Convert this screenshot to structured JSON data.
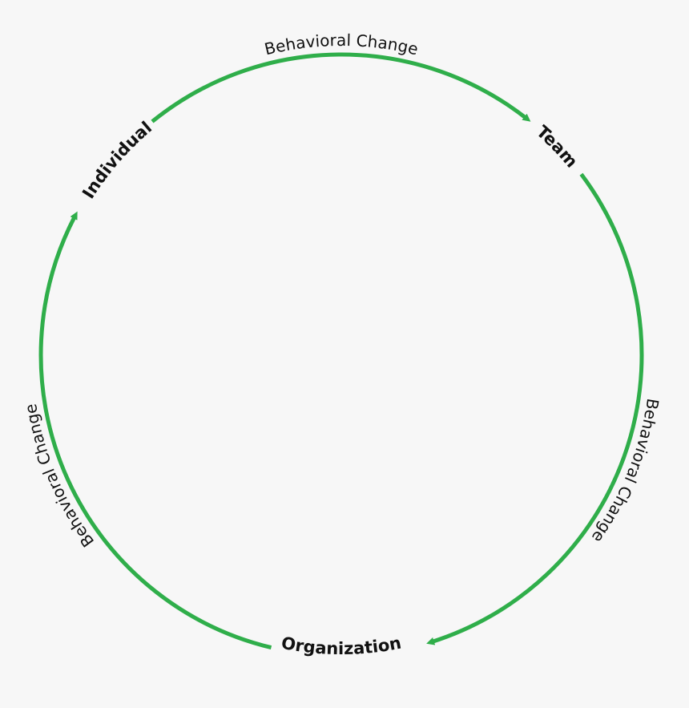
{
  "diagram": {
    "type": "cycle",
    "accent_color": "#2fae4a",
    "text_color": "#111111",
    "background": "#f7f7f7",
    "nodes": [
      {
        "id": "individual",
        "label": "Individual"
      },
      {
        "id": "team",
        "label": "Team"
      },
      {
        "id": "organization",
        "label": "Organization"
      }
    ],
    "edges": [
      {
        "from": "individual",
        "to": "team",
        "label": "Behavioral Change"
      },
      {
        "from": "team",
        "to": "organization",
        "label": "Behavioral Change"
      },
      {
        "from": "organization",
        "to": "individual",
        "label": "Behavioral Change"
      }
    ]
  }
}
